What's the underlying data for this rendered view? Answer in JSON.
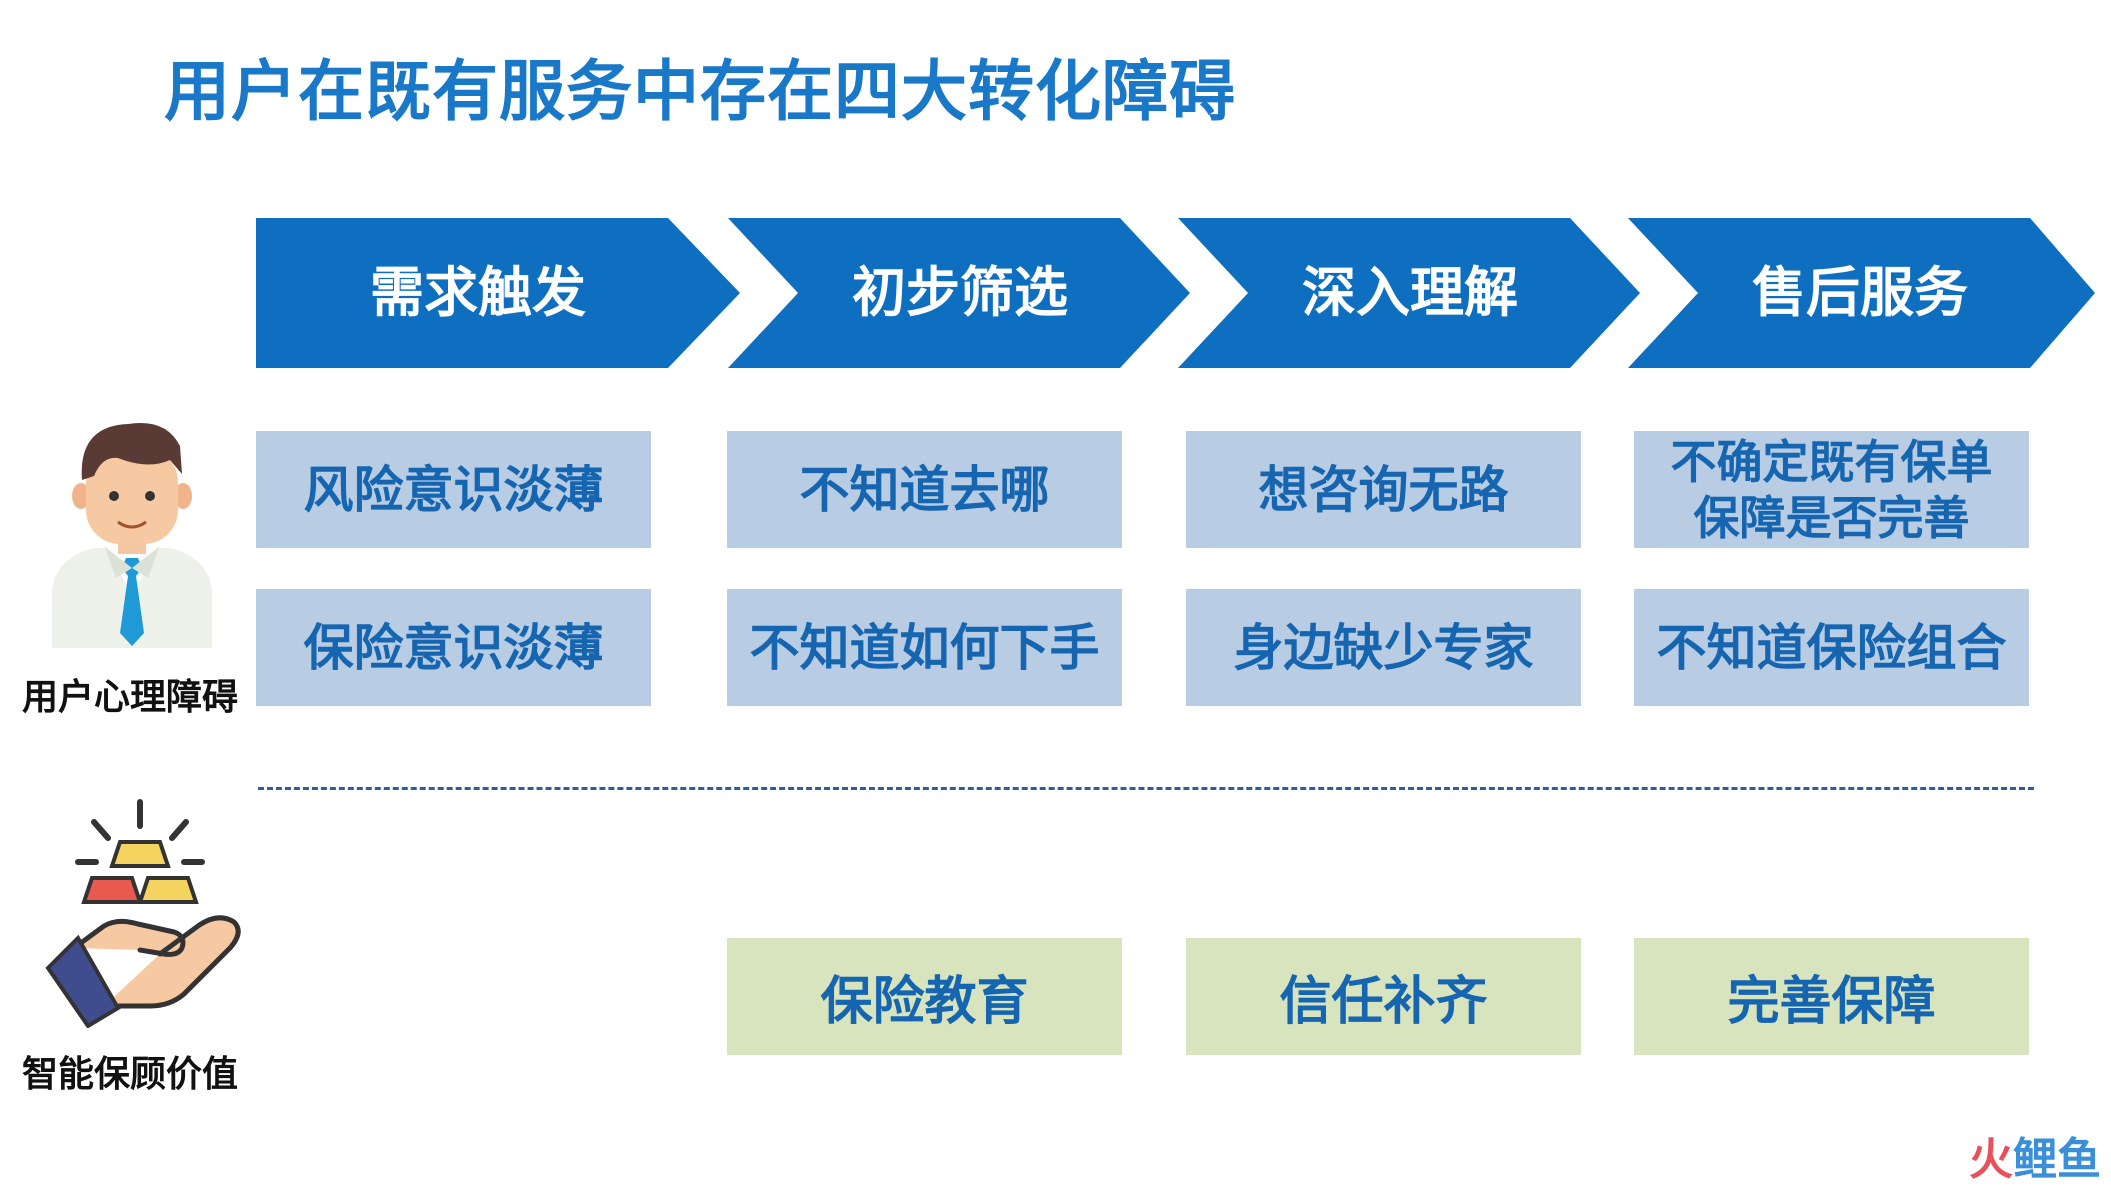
{
  "title": "用户在既有服务中存在四大转化障碍",
  "stages": [
    "需求触发",
    "初步筛选",
    "深入理解",
    "售后服务"
  ],
  "row_labels": {
    "psychology": "用户心理障碍",
    "value": "智能保顾价值"
  },
  "barriers": {
    "row1": [
      "风险意识淡薄",
      "不知道去哪",
      "想咨询无路",
      "不确定既有保单保障是否完善"
    ],
    "row2": [
      "保险意识淡薄",
      "不知道如何下手",
      "身边缺少专家",
      "不知道保险组合"
    ]
  },
  "values": [
    "保险教育",
    "信任补齐",
    "完善保障"
  ],
  "watermark": {
    "part1": "火",
    "part2": "鲤鱼"
  },
  "colors": {
    "title": "#1a78c8",
    "chevron": "#0e6ec0",
    "barrier_box": "#b8cce4",
    "value_box": "#d7e4bd",
    "box_text": "#1565b0"
  },
  "icons": [
    "person-icon",
    "gold-in-hand-icon"
  ]
}
